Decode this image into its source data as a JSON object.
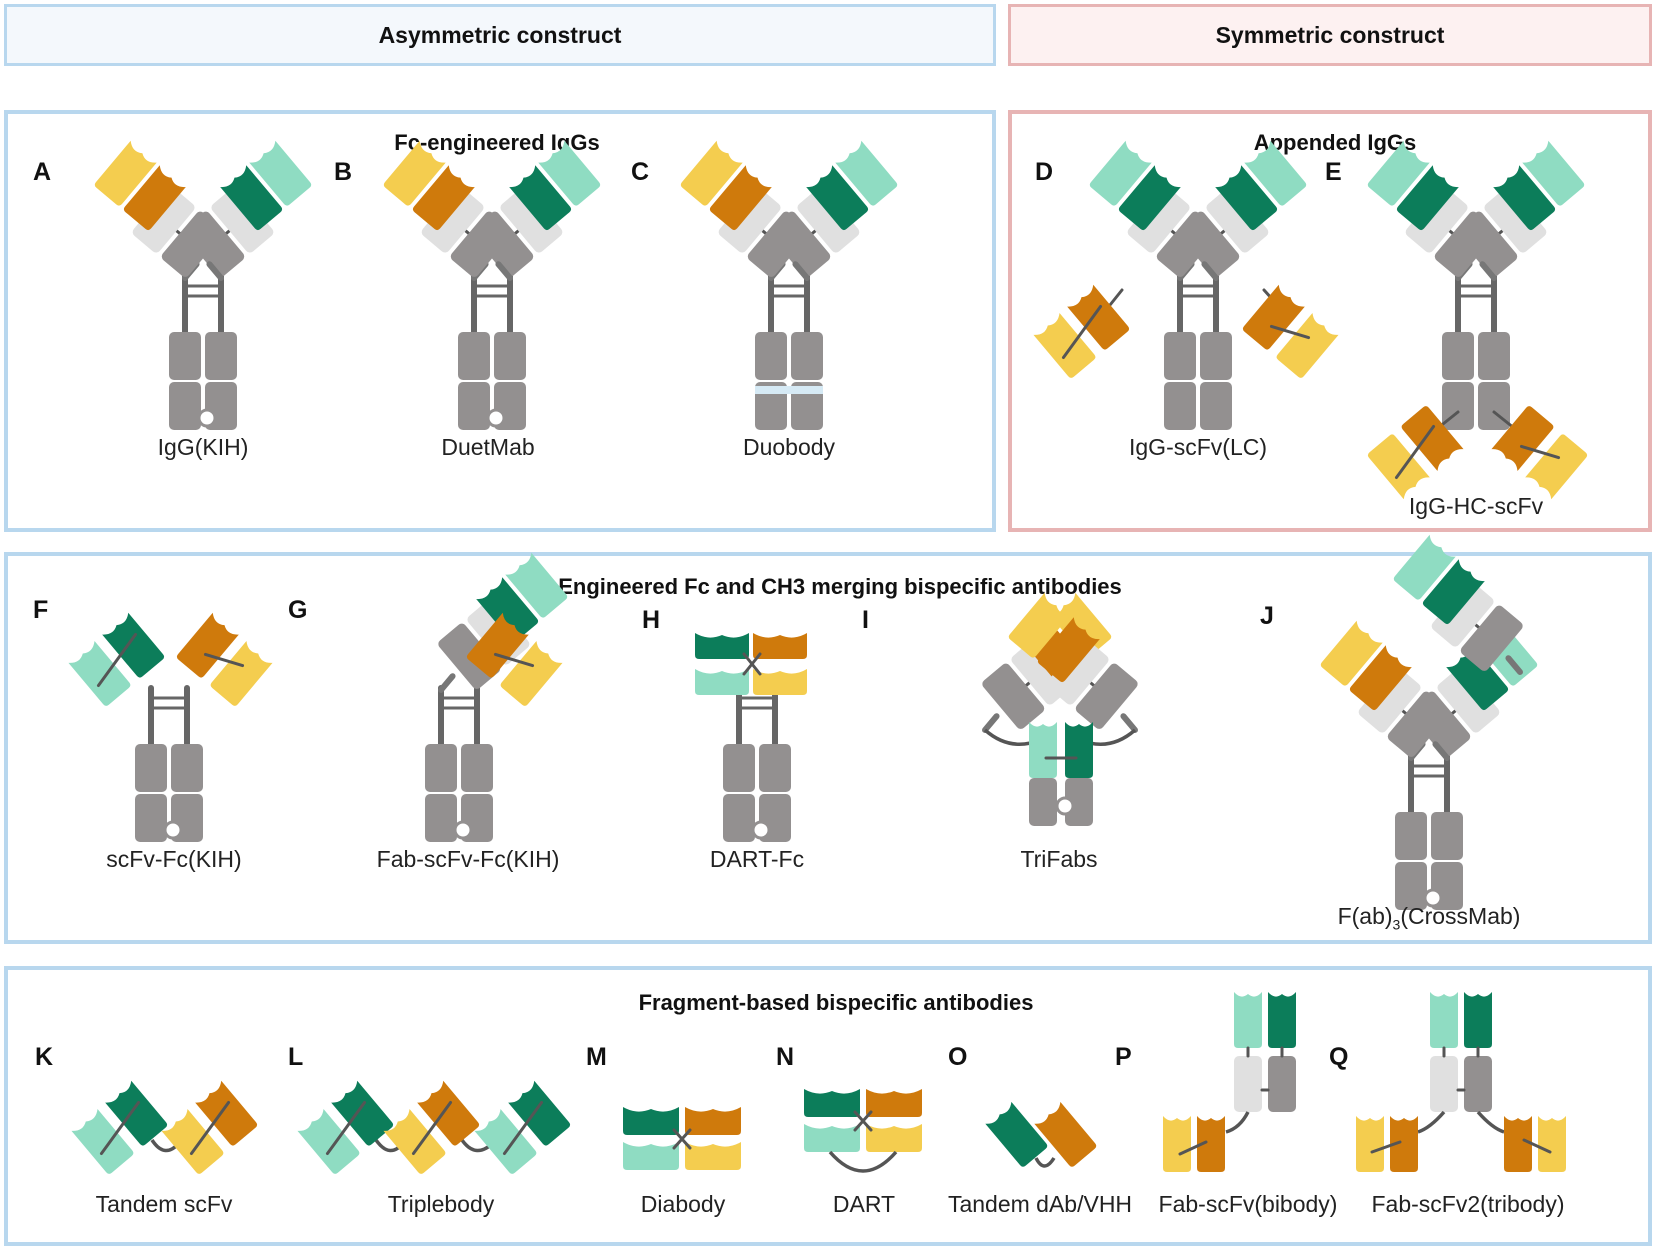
{
  "headers": {
    "asymmetric": "Asymmetric construct",
    "symmetric": "Symmetric construct"
  },
  "panels": {
    "fc_engineered": "Fc-engineered IgGs",
    "appended": "Appended IgGs",
    "engineered_fc_ch3": "Engineered Fc and CH3 merging bispecific antibodies",
    "fragment": "Fragment-based bispecific antibodies"
  },
  "letters": {
    "A": "A",
    "B": "B",
    "C": "C",
    "D": "D",
    "E": "E",
    "F": "F",
    "G": "G",
    "H": "H",
    "I": "I",
    "J": "J",
    "K": "K",
    "L": "L",
    "M": "M",
    "N": "N",
    "O": "O",
    "P": "P",
    "Q": "Q"
  },
  "labels": {
    "A": "IgG(KIH)",
    "B": "DuetMab",
    "C": "Duobody",
    "D": "IgG-scFv(LC)",
    "E": "IgG-HC-scFv",
    "F": "scFv-Fc(KIH)",
    "G": "Fab-scFv-Fc(KIH)",
    "H": "DART-Fc",
    "I": "TriFabs",
    "J_main": "F(ab)",
    "J_sub": "3",
    "J_tail": "(CrossMab)",
    "K": "Tandem scFv",
    "L": "Triplebody",
    "M": "Diabody",
    "N": "DART",
    "O": "Tandem dAb/VHH",
    "P": "Fab-scFv(bibody)",
    "Q": "Fab-scFv2(tribody)"
  },
  "colors": {
    "dark_green": "#0c7d5a",
    "light_green": "#8fdcc2",
    "dark_orange": "#cf7a0c",
    "light_orange": "#f4cd4f",
    "gray": "#939090",
    "light_gray": "#e0e0e0",
    "linker": "#555555",
    "duobody_band": "#d6eaf5",
    "blue_border": "#b8d7ee",
    "pink_border": "#e7b4b4"
  }
}
